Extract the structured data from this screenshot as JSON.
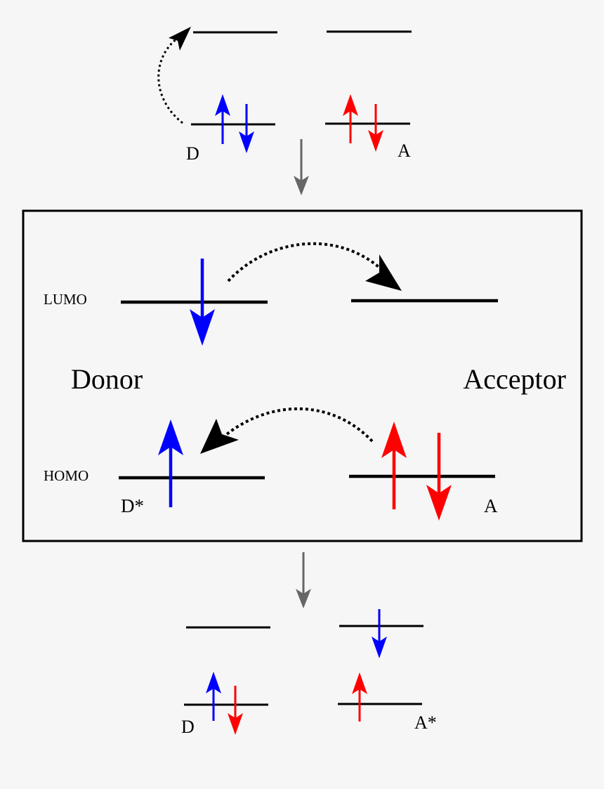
{
  "colors": {
    "background": "#f6f6f6",
    "level": "#000000",
    "spin_up_donor": "#0000ff",
    "spin_acceptor": "#ff0000",
    "process_arrow": "#666666",
    "transfer_arrow": "#000000"
  },
  "top": {
    "donor_label": "D",
    "acceptor_label": "A"
  },
  "box": {
    "lumo_label": "LUMO",
    "homo_label": "HOMO",
    "donor_title": "Donor",
    "acceptor_title": "Acceptor",
    "donor_excited_label": "D*",
    "acceptor_label": "A"
  },
  "bottom": {
    "donor_label": "D",
    "acceptor_excited_label": "A*"
  },
  "icons": [
    "dotted-curved-arrow-icon",
    "spin-up-arrow-icon",
    "spin-down-arrow-icon",
    "process-arrow-icon"
  ]
}
